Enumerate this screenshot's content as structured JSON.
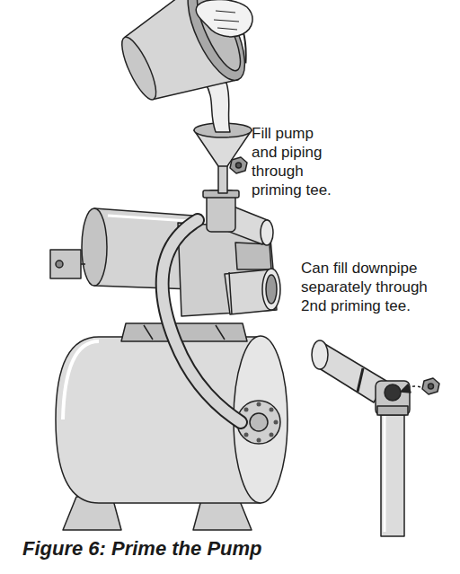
{
  "diagram": {
    "caption": "Figure 6: Prime the Pump",
    "labels": [
      "Fill pump and piping through priming tee.",
      "Can fill downpipe separately through 2nd priming tee."
    ]
  }
}
